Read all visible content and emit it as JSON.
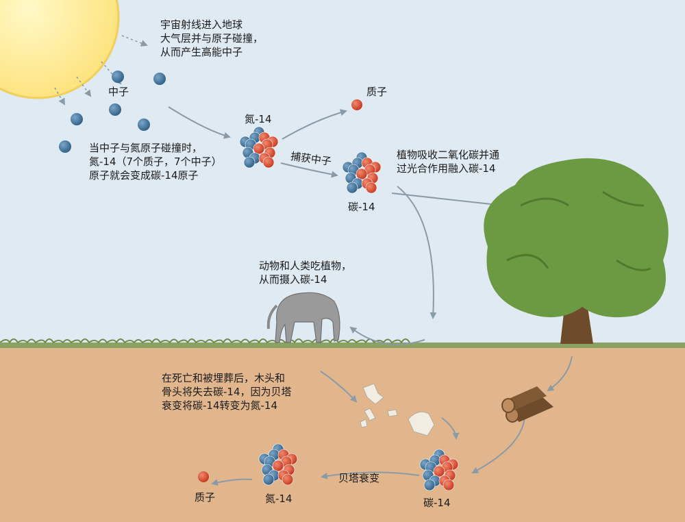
{
  "colors": {
    "sky": "#dfeaf2",
    "soil": "#e1b68c",
    "grass": "#6f8a4a",
    "neutron": "#3f6f96",
    "proton": "#d9452c",
    "sun": "#fdeb86",
    "tree": "#6b9a42",
    "trunk": "#6e4b2a",
    "arrow": "#8a9aa6"
  },
  "labels": {
    "cosmic_rays": [
      "宇宙射线进入地球",
      "大气层并与原子碰撞，",
      "从而产生高能中子"
    ],
    "neutron": "中子",
    "collision": [
      "当中子与氮原子碰撞时，",
      "氮-14（7个质子，7个中子）",
      "原子就会变成碳-14原子"
    ],
    "nitrogen14_top": "氮-14",
    "proton_top": "质子",
    "capture": "捕获中子",
    "carbon14_top": "碳-14",
    "photosynthesis": [
      "植物吸收二氧化碳并通",
      "过光合作用融入碳-14"
    ],
    "animals": [
      "动物和人类吃植物，",
      "从而摄入碳-14"
    ],
    "burial": [
      "在死亡和被埋葬后，木头和",
      "骨头将失去碳-14，因为贝塔",
      "衰变将碳-14转变为氮-14"
    ],
    "beta_decay": "贝塔衰变",
    "carbon14_bottom": "碳-14",
    "nitrogen14_bottom": "氮-14",
    "proton_bottom": "质子"
  }
}
